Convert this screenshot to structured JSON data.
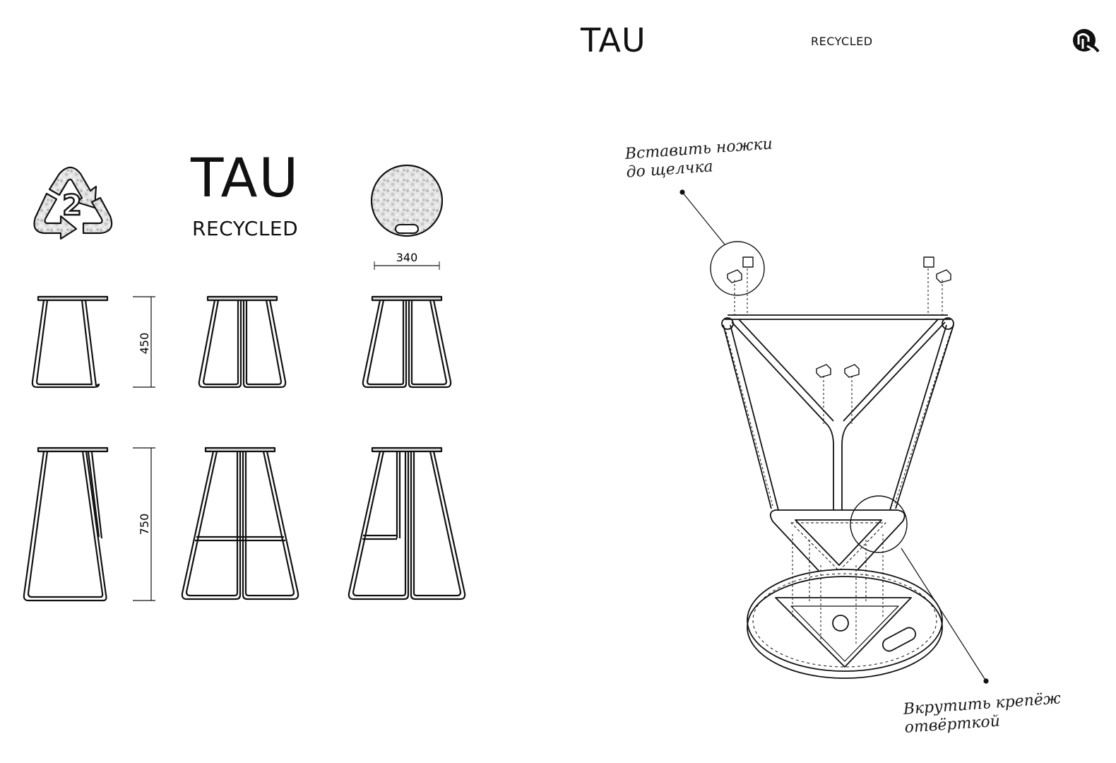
{
  "header": {
    "title": "TAU",
    "subtitle": "RECYCLED"
  },
  "product": {
    "title": "TAU",
    "subtitle": "RECYCLED",
    "recycle_code": "2"
  },
  "dimensions": {
    "seat_diameter": "340",
    "low_height": "450",
    "high_height": "750"
  },
  "annotations": {
    "insert_legs": [
      "Вставить ножки",
      "до щелчка"
    ],
    "screw_fasteners": [
      "Вкрутить крепёж",
      "отвёрткой"
    ]
  },
  "icons": {
    "logo": "brand-logo-icon",
    "recycle": "recycle-symbol-icon"
  }
}
